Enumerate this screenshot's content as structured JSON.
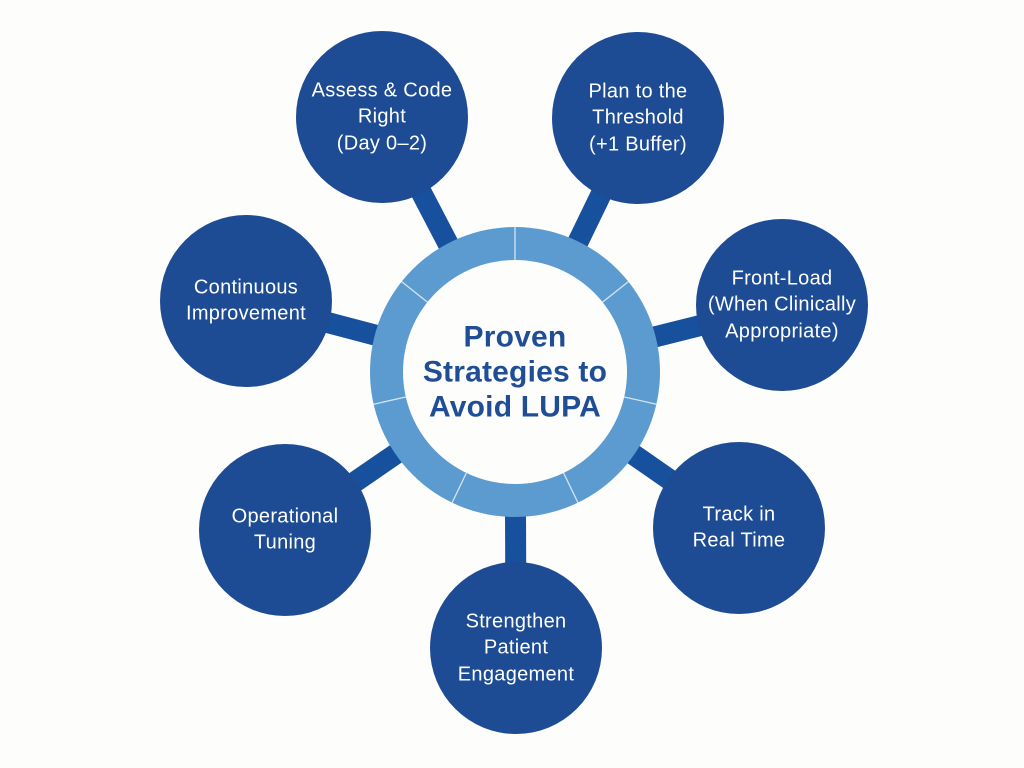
{
  "title": {
    "text": "Proven\nStrategies to\nAvoid LUPA"
  },
  "colors": {
    "background": "#FDFDFB",
    "node_fill": "#1E4C94",
    "spoke": "#17509C",
    "hub_ring": "#5B9BD0",
    "hub_inner": "#FDFDFB",
    "hub_text": "#1F4E96",
    "node_text": "#FFFFFF"
  },
  "nodes": [
    {
      "id": "assess-code-right",
      "label": "Assess & Code\nRight\n(Day 0–2)"
    },
    {
      "id": "plan-to-threshold",
      "label": "Plan to the\nThreshold\n(+1 Buffer)"
    },
    {
      "id": "front-load",
      "label": "Front-Load\n(When Clinically\nAppropriate)"
    },
    {
      "id": "track-real-time",
      "label": "Track in\nReal Time"
    },
    {
      "id": "strengthen-engagement",
      "label": "Strengthen\nPatient\nEngagement"
    },
    {
      "id": "operational-tuning",
      "label": "Operational\nTuning"
    },
    {
      "id": "continuous-improvement",
      "label": "Continuous\nImprovement"
    }
  ]
}
